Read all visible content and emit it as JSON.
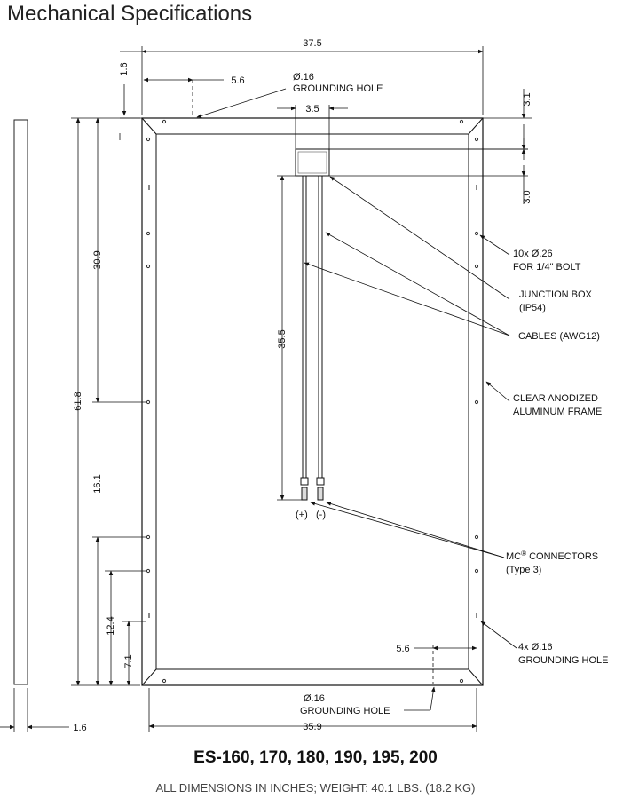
{
  "title": "Mechanical Specifications",
  "models": "ES-160, 170, 180, 190, 195, 200",
  "note": "ALL DIMENSIONS IN INCHES; WEIGHT: 40.1 LBS. (18.2 KG)",
  "dimensions": {
    "width_top": "37.5",
    "width_bottom": "35.9",
    "height_total": "61.8",
    "frame_offset_top": "1.6",
    "frame_depth": "1.6",
    "ground_offset_top": "5.6",
    "ground_offset_bottom": "5.6",
    "jbox_width": "3.5",
    "jbox_top": "3.1",
    "jbox_height": "3.0",
    "cable_length": "35.5",
    "hole_30_9": "30.9",
    "hole_16_1": "16.1",
    "hole_12_4": "12.4",
    "hole_7_1": "7.1"
  },
  "callouts": {
    "ground_top_1": "Ø.16",
    "ground_top_2": "GROUNDING HOLE",
    "bolt_1": "10x Ø.26",
    "bolt_2": "FOR 1/4\" BOLT",
    "jbox_1": "JUNCTION BOX",
    "jbox_2": "(IP54)",
    "cables": "CABLES (AWG12)",
    "frame_1": "CLEAR ANODIZED",
    "frame_2": "ALUMINUM FRAME",
    "mc_1": "MC",
    "mc_reg": "®",
    "mc_1b": " CONNECTORS",
    "mc_2": "(Type 3)",
    "ground4_1": "4x Ø.16",
    "ground4_2": "GROUNDING HOLE",
    "ground_bot_1": "Ø.16",
    "ground_bot_2": "GROUNDING HOLE",
    "plus": "(+)",
    "minus": "(-)"
  }
}
